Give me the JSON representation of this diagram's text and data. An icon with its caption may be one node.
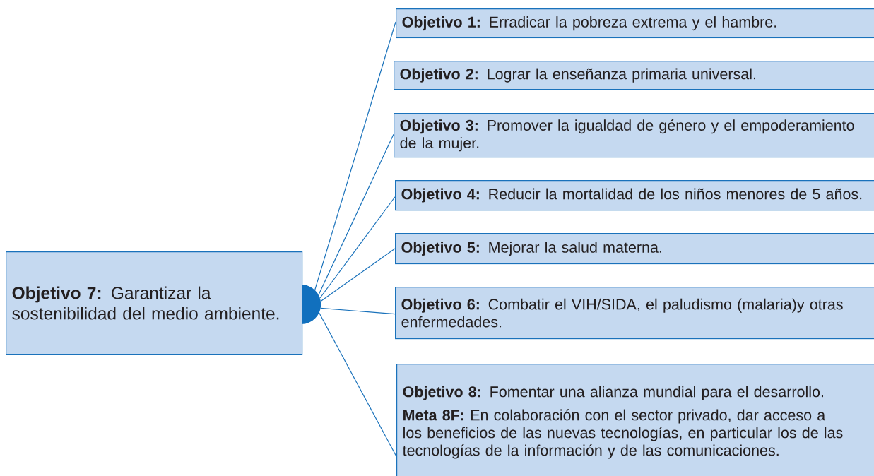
{
  "diagram": {
    "nodes": [
      {
        "text": [
          "**Objetivo 7:** Garantizar la sostenibilidad del medio ambiente."
        ]
      },
      {
        "text": [],
        "shape": "circle"
      },
      {
        "text": [
          "**Objetivo 1:** Erradicar la pobreza extrema y el hambre."
        ]
      },
      {
        "text": [
          "**Objetivo 2:** Lograr la enseñanza primaria universal."
        ]
      },
      {
        "text": [
          "**Objetivo 3:** Promover la igualdad de género y el empoderamiento de la mujer."
        ]
      },
      {
        "text": [
          "**Objetivo 4:** Reducir la mortalidad de los niños menores de 5 años."
        ]
      },
      {
        "text": [
          "**Objetivo 5:** Mejorar la salud materna."
        ]
      },
      {
        "text": [
          "**Objetivo 6:** Combatir el VIH/SIDA, el paludismo (malaria)y otras enfermedades."
        ]
      },
      {
        "text": [
          "**Objetivo 8:** Fomentar una alianza mundial para el desarrollo.",
          "**Meta 8F:** En colaboración con el sector privado, dar acceso a los beneficios de las nuevas tecnologías, en particular los de las tecnologías de la información y de las comunicaciones."
        ]
      }
    ],
    "edges": [
      {
        "from": 1,
        "to": 2,
        "arrow": "none"
      },
      {
        "from": 1,
        "to": 4,
        "arrow": "none"
      },
      {
        "from": 1,
        "to": 5,
        "arrow": "none"
      },
      {
        "from": 1,
        "to": 6,
        "arrow": "none"
      },
      {
        "from": 1,
        "to": 7,
        "arrow": "none"
      },
      {
        "from": 1,
        "to": 8,
        "arrow": "none"
      }
    ]
  }
}
